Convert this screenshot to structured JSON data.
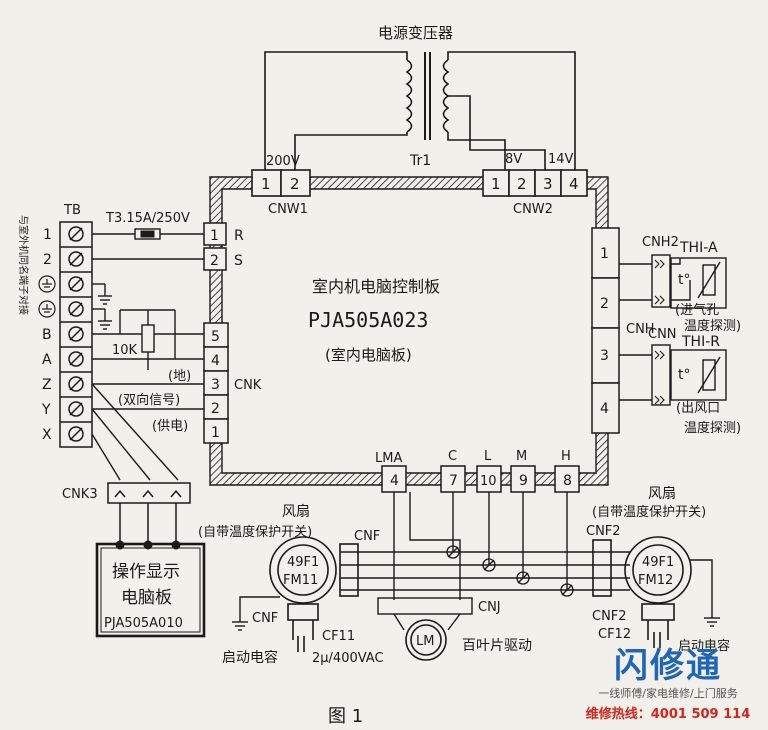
{
  "transformer": {
    "title": "电源变压器",
    "label": "Tr1",
    "v_primary": "200V",
    "v_sec1": "8V",
    "v_sec2": "14V"
  },
  "board": {
    "title": "室内机电脑控制板",
    "model": "PJA505A023",
    "note": "(室内电脑板)"
  },
  "cnw1": {
    "label": "CNW1",
    "pins": [
      "1",
      "2"
    ]
  },
  "cnw2": {
    "label": "CNW2",
    "pins": [
      "1",
      "2",
      "3",
      "4"
    ]
  },
  "tb": {
    "label": "TB",
    "side_text": "与室外机同名端子对接",
    "rows": [
      "1",
      "2",
      "",
      "",
      "B",
      "A",
      "Z",
      "Y",
      "X"
    ]
  },
  "fuse": "T3.15A/250V",
  "resistor": "10K",
  "rs": {
    "r": "R",
    "s": "S",
    "pin1": "1",
    "pin2": "2"
  },
  "cnk": {
    "label": "CNK",
    "pins": [
      "5",
      "4",
      "3",
      "2",
      "1"
    ],
    "ground": "(地)",
    "bidir": "(双向信号)",
    "supply": "(供电)"
  },
  "cnh": {
    "label": "CNH",
    "pins": [
      "1",
      "2",
      "3",
      "4"
    ],
    "cnh2": "CNH2",
    "cnn": "CNN",
    "tha": "THI-A",
    "thr": "THI-R",
    "t": "t°",
    "inlet1": "(进气孔",
    "inlet2": "温度探测)",
    "outlet1": "(出风口",
    "outlet2": "温度探测)"
  },
  "bottom_conn": {
    "lma": "LMA",
    "c": "C",
    "l": "L",
    "m": "M",
    "h": "H",
    "lma_pin": "4",
    "c_pin": "7",
    "l_pin": "10",
    "m_pin": "9",
    "h_pin": "8"
  },
  "cnk3": "CNK3",
  "display_board": {
    "line1": "操作显示",
    "line2": "电脑板",
    "model": "PJA505A010"
  },
  "fan_left": {
    "title": "风扇",
    "note": "(自带温度保护开关)",
    "model1": "49F1",
    "model2": "FM11",
    "cnf": "CNF",
    "cnf_b": "CNF",
    "cap": "CF11",
    "cap_rating": "2μ/400VAC",
    "cap_label": "启动电容"
  },
  "fan_right": {
    "title": "风扇",
    "note": "(自带温度保护开关)",
    "model1": "49F1",
    "model2": "FM12",
    "cnf2": "CNF2",
    "cnf2_b": "CNF2",
    "cap": "CF12",
    "cap_label": "启动电容"
  },
  "louver": {
    "cnj": "CNJ",
    "motor": "LM",
    "label": "百叶片驱动"
  },
  "figure": "图 1",
  "brand": {
    "name": "闪修通",
    "tagline": "一线师傅/家电维修/上门服务",
    "hotline": "维修热线：4001 509 114"
  },
  "colors": {
    "ink": "#1a1a1a",
    "paper": "#f1f0ea",
    "brand_blue": "#1f66b8",
    "brand_red": "#d7251b"
  }
}
